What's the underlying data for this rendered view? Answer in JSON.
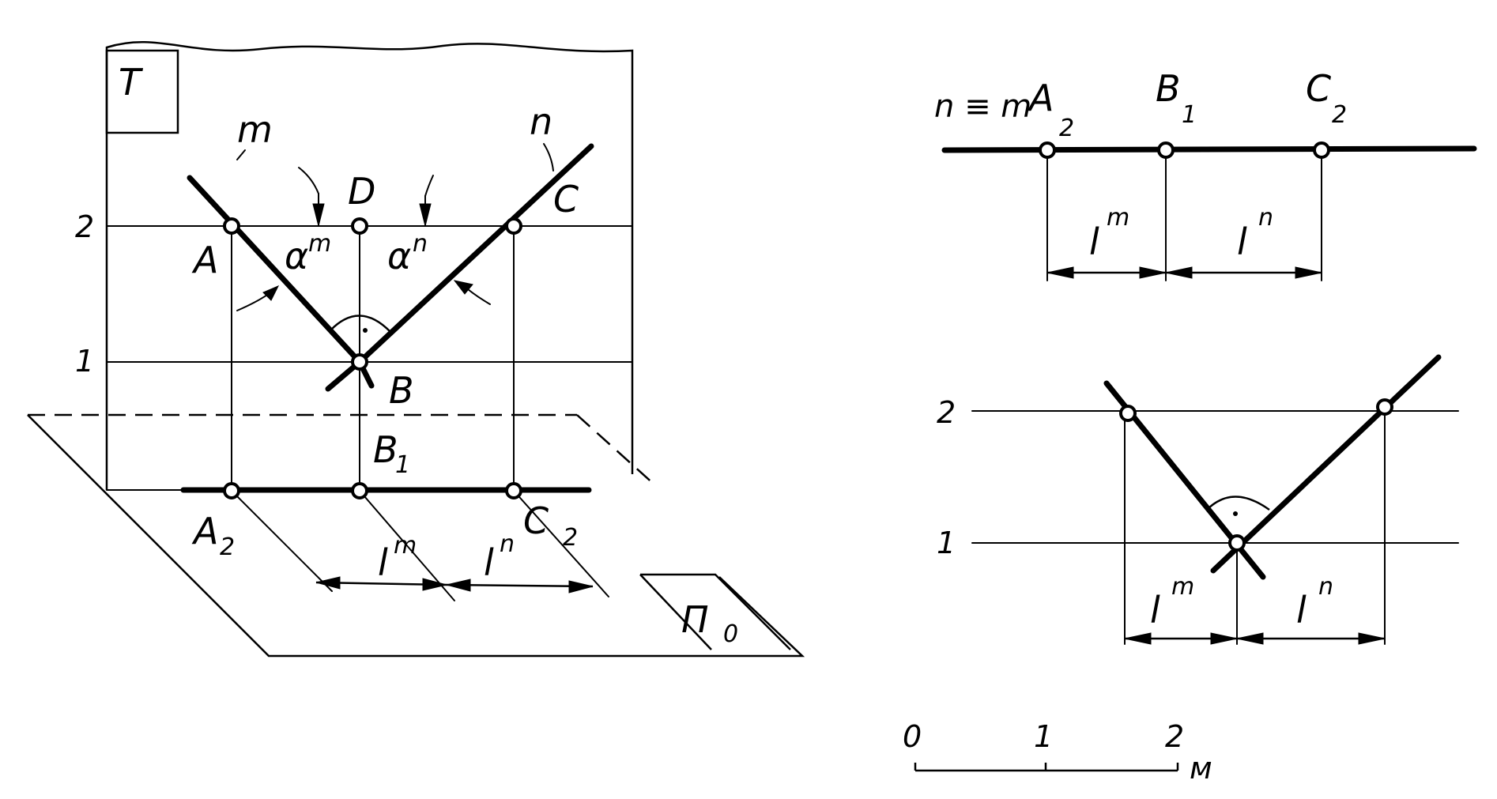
{
  "left_view": {
    "plane_T": "T",
    "plane_Pi": "Π",
    "plane_Pi_sub": "0",
    "level_2": "2",
    "level_1": "1",
    "line_m": "m",
    "line_n": "n",
    "point_A": "A",
    "point_B": "B",
    "point_C": "C",
    "point_D": "D",
    "point_B1": "B",
    "point_B1_sub": "1",
    "point_A2": "A",
    "point_A2_sub": "2",
    "point_C2": "C",
    "point_C2_sub": "2",
    "alpha_m": "α",
    "alpha_m_sup": "m",
    "alpha_n": "α",
    "alpha_n_sup": "n",
    "l_m": "l",
    "l_m_sup": "m",
    "l_n": "l",
    "l_n_sup": "n"
  },
  "top_right_view": {
    "line_label": "n ≡ m",
    "point_A2": "A",
    "point_A2_sub": "2",
    "point_B1": "B",
    "point_B1_sub": "1",
    "point_C2": "C",
    "point_C2_sub": "2",
    "l_m": "l",
    "l_m_sup": "m",
    "l_n": "l",
    "l_n_sup": "n"
  },
  "bottom_right_view": {
    "level_2": "2",
    "level_1": "1",
    "l_m": "l",
    "l_m_sup": "m",
    "l_n": "l",
    "l_n_sup": "n"
  },
  "scale_bar": {
    "tick_0": "0",
    "tick_1": "1",
    "tick_2": "2",
    "unit": "м"
  }
}
